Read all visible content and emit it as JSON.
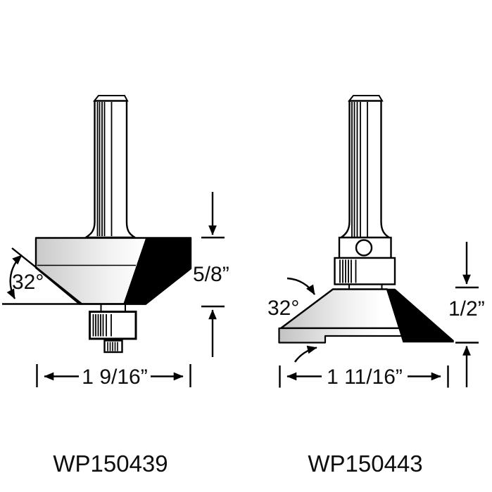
{
  "left_bit": {
    "part_number": "WP150439",
    "angle_label": "32°",
    "cut_height_label": "5/8”",
    "diameter_label": "1 9/16”"
  },
  "right_bit": {
    "part_number": "WP150443",
    "angle_label": "32°",
    "cut_height_label": "1/2”",
    "diameter_label": "1 11/16”"
  },
  "colors": {
    "line": "#000000",
    "background": "#ffffff",
    "cutter_shade_dark": "#c9c9c9",
    "cutter_shade_light": "#ffffff",
    "carbide": "#000000"
  }
}
